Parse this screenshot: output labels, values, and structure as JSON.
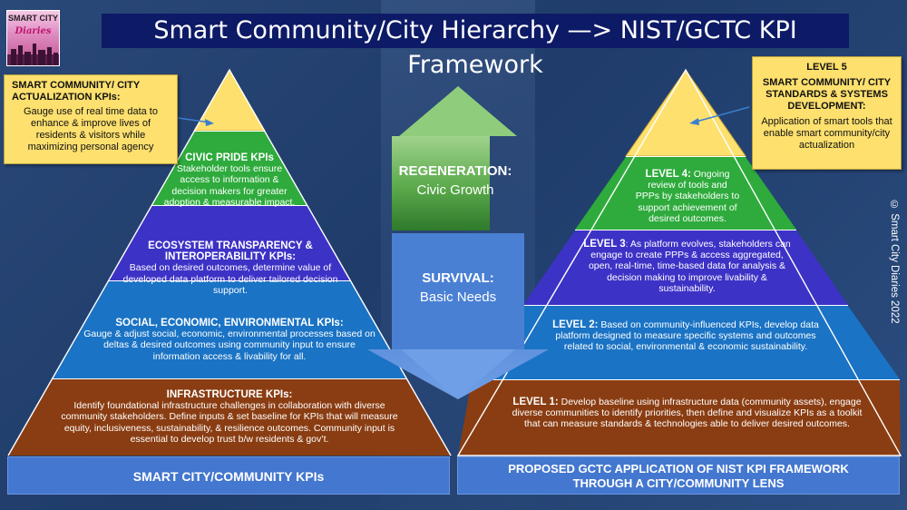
{
  "header": {
    "title": "Smart Community/City Hierarchy —> NIST/GCTC KPI Framework"
  },
  "logo": {
    "line1": "SMART CITY",
    "line2": "Diaries"
  },
  "left_pyramid": {
    "top_callout": {
      "heading": "SMART COMMUNITY/ CITY ACTUALIZATION KPIs:",
      "body": "Gauge use of real time data to enhance & improve lives of residents & visitors while maximizing personal agency"
    },
    "tiers": [
      {
        "heading": "CIVIC PRIDE KPIs",
        "body": "Stakeholder tools ensure access to information & decision makers for greater adoption & measurable impact.",
        "color": "#2eab3c"
      },
      {
        "heading": "ECOSYSTEM TRANSPARENCY & INTEROPERABILITY KPIs:",
        "body": "Based on desired outcomes, determine value of developed data platform to deliver tailored decision support.",
        "color": "#3d32c6"
      },
      {
        "heading": "SOCIAL, ECONOMIC, ENVIRONMENTAL KPIs:",
        "body": "Gauge & adjust social, economic, environmental processes based on deltas & desired outcomes using community input to ensure information access & livability for all.",
        "color": "#1a73c4"
      },
      {
        "heading": "INFRASTRUCTURE KPIs:",
        "body": "Identify foundational infrastructure challenges in collaboration with diverse community stakeholders. Define inputs & set baseline for KPIs that will measure equity, inclusiveness, sustainability, & resilience outcomes. Community input is essential to develop trust b/w residents & gov’t.",
        "color": "#8a3d12"
      }
    ],
    "footer": "SMART CITY/COMMUNITY KPIs"
  },
  "center": {
    "up_heading": "REGENERATION:",
    "up_sub": "Civic Growth",
    "down_heading": "SURVIVAL:",
    "down_sub": "Basic Needs"
  },
  "right_pyramid": {
    "top_callout": {
      "level": "LEVEL 5",
      "heading": "SMART COMMUNITY/ CITY STANDARDS & SYSTEMS DEVELOPMENT:",
      "body": "Application of smart tools that enable smart community/city actualization"
    },
    "tiers": [
      {
        "level": "LEVEL 4:",
        "body": "Ongoing review of tools and PPPs by stakeholders to support achievement of desired outcomes.",
        "color": "#2eab3c"
      },
      {
        "level": "LEVEL 3",
        "body": ": As platform evolves, stakeholders can engage to create PPPs & access aggregated, open, real-time, time-based data for analysis & decision making to improve livability & sustainability.",
        "color": "#3d32c6"
      },
      {
        "level": "LEVEL 2:",
        "body": "Based on community-influenced KPIs, develop data platform designed to measure specific systems and outcomes related to social, environmental & economic sustainability.",
        "color": "#1a73c4"
      },
      {
        "level": "LEVEL 1:",
        "body": "Develop baseline using infrastructure data (community assets), engage diverse communities to identify priorities, then define and visualize KPIs as a toolkit that can  measure standards & technologies able to  deliver desired outcomes.",
        "color": "#8a3d12"
      }
    ],
    "footer": "PROPOSED GCTC APPLICATION OF NIST KPI FRAMEWORK THROUGH A CITY/COMMUNITY LENS"
  },
  "colors": {
    "apex": "#fde06e",
    "callout": "#fde06e",
    "footer": "#4477cf",
    "arrow_up": "#4a9c3c",
    "arrow_down": "#4a80d4"
  },
  "copyright": "© Smart City Diaries 2022"
}
